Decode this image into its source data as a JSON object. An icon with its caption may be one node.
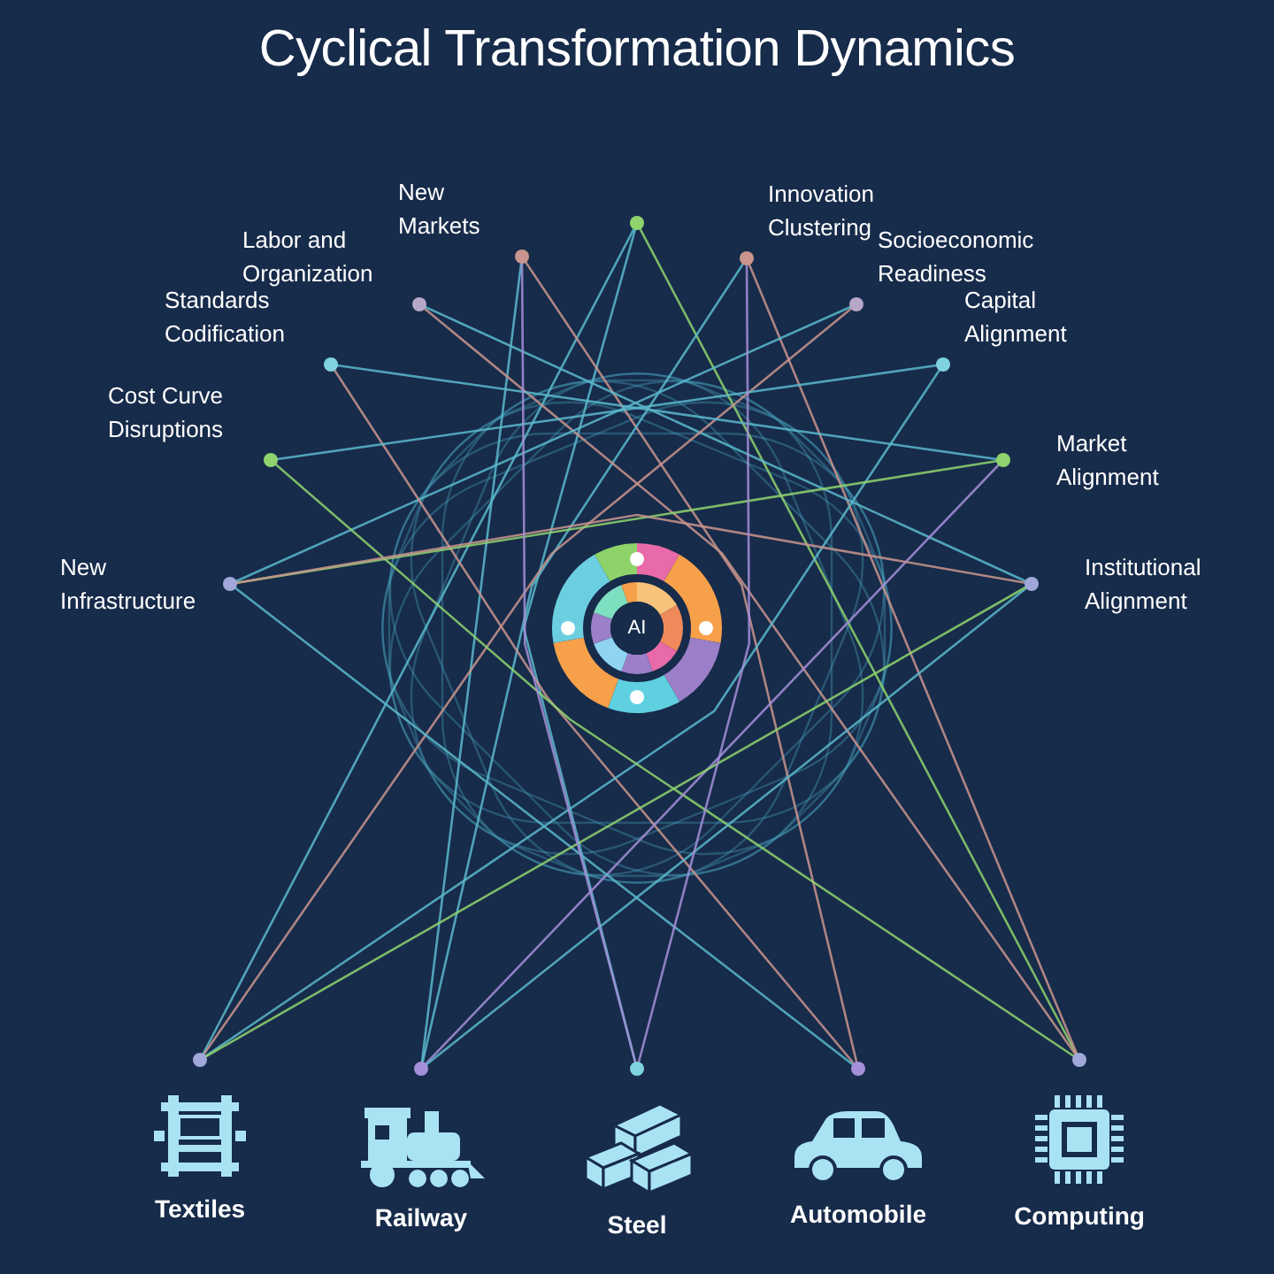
{
  "diagram": {
    "title": "Cyclical Transformation Dynamics",
    "nodes": [
      {
        "text": [
          "AI"
        ]
      },
      {
        "text": [],
        "shape": "circle"
      },
      {
        "text": [
          "New Markets"
        ]
      },
      {
        "text": [
          "Innovation Clustering"
        ]
      },
      {
        "text": [
          "Labor and Organization"
        ]
      },
      {
        "text": [
          "Socioeconomic Readiness"
        ]
      },
      {
        "text": [
          "Standards Codification"
        ]
      },
      {
        "text": [
          "Capital Alignment"
        ]
      },
      {
        "text": [
          "Cost Curve Disruptions"
        ]
      },
      {
        "text": [
          "Market Alignment"
        ]
      },
      {
        "text": [
          "New Infrastructure"
        ]
      },
      {
        "text": [
          "Institutional Alignment"
        ]
      },
      {
        "text": [
          "Textiles"
        ]
      },
      {
        "text": [
          "Railway"
        ]
      },
      {
        "text": [
          "Steel"
        ]
      },
      {
        "text": [
          "Automobile"
        ]
      },
      {
        "text": [
          "Computing"
        ]
      }
    ],
    "edges": [
      {
        "from": 1,
        "to": 14,
        "arrow": "none"
      },
      {
        "from": 1,
        "to": 12,
        "arrow": "none"
      },
      {
        "from": 1,
        "to": 16,
        "arrow": "none",
        "color": "#8fd46e"
      },
      {
        "from": 2,
        "to": 15,
        "arrow": "none",
        "color": "#c9958e"
      },
      {
        "from": 2,
        "to": 13,
        "arrow": "none"
      },
      {
        "from": 3,
        "to": 13,
        "arrow": "none"
      },
      {
        "from": 3,
        "to": 16,
        "arrow": "none",
        "color": "#c9958e"
      },
      {
        "from": 4,
        "to": 16,
        "arrow": "none",
        "color": "#c9958e"
      },
      {
        "from": 4,
        "to": 11,
        "arrow": "none"
      },
      {
        "from": 5,
        "to": 12,
        "arrow": "none",
        "color": "#c9958e"
      },
      {
        "from": 5,
        "to": 10,
        "arrow": "none"
      },
      {
        "from": 6,
        "to": 15,
        "arrow": "none",
        "color": "#c9958e"
      },
      {
        "from": 6,
        "to": 9,
        "arrow": "none"
      },
      {
        "from": 7,
        "to": 12,
        "arrow": "none"
      },
      {
        "from": 7,
        "to": 8,
        "arrow": "none"
      },
      {
        "from": 8,
        "to": 16,
        "arrow": "none",
        "color": "#8fd46e"
      },
      {
        "from": 9,
        "to": 13,
        "arrow": "none",
        "color": "#a58fd8"
      },
      {
        "from": 9,
        "to": 10,
        "arrow": "none",
        "color": "#8fd46e"
      },
      {
        "from": 10,
        "to": 11,
        "arrow": "none",
        "color": "#c9958e"
      },
      {
        "from": 10,
        "to": 15,
        "arrow": "none"
      },
      {
        "from": 11,
        "to": 13,
        "arrow": "none"
      },
      {
        "from": 11,
        "to": 12,
        "arrow": "none",
        "color": "#8fd46e"
      },
      {
        "from": 2,
        "to": 14,
        "arrow": "none",
        "color": "#a58fd8"
      },
      {
        "from": 3,
        "to": 14,
        "arrow": "none",
        "color": "#a58fd8"
      }
    ]
  }
}
